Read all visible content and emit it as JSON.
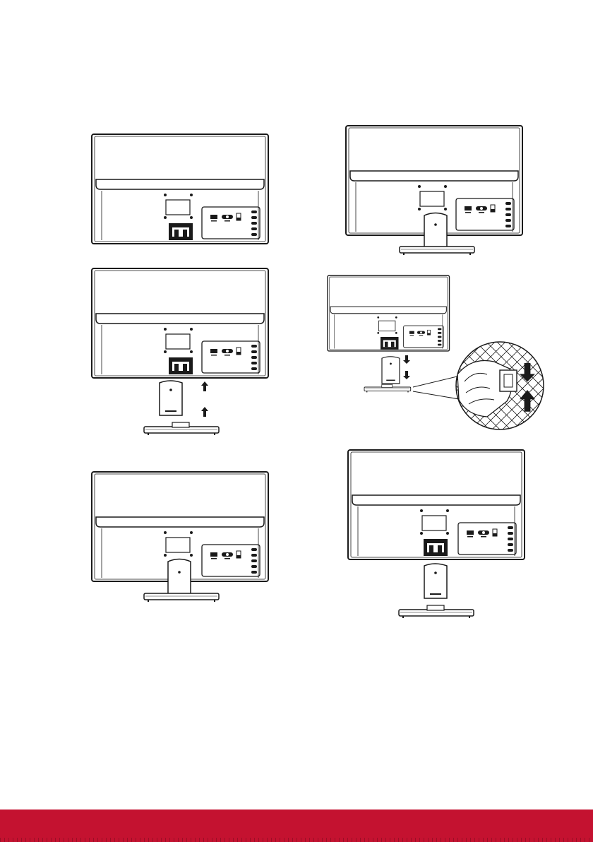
{
  "page": {
    "accent_color": "#c41230",
    "line_color": "#1a1a1a",
    "panel_color": "#ffffff"
  },
  "figures": [
    {
      "step": "monitor-back-without-stand",
      "arrows": "none"
    },
    {
      "step": "insert-stand-and-base",
      "arrows": "up"
    },
    {
      "step": "assembled-monitor-with-stand",
      "arrows": "none"
    },
    {
      "step": "assembled-monitor-right",
      "arrows": "none"
    },
    {
      "step": "release-base-with-detail-callout",
      "arrows": "down"
    },
    {
      "step": "remove-stand-and-base",
      "arrows": "none"
    }
  ],
  "footer": {
    "color": "#c41230"
  }
}
